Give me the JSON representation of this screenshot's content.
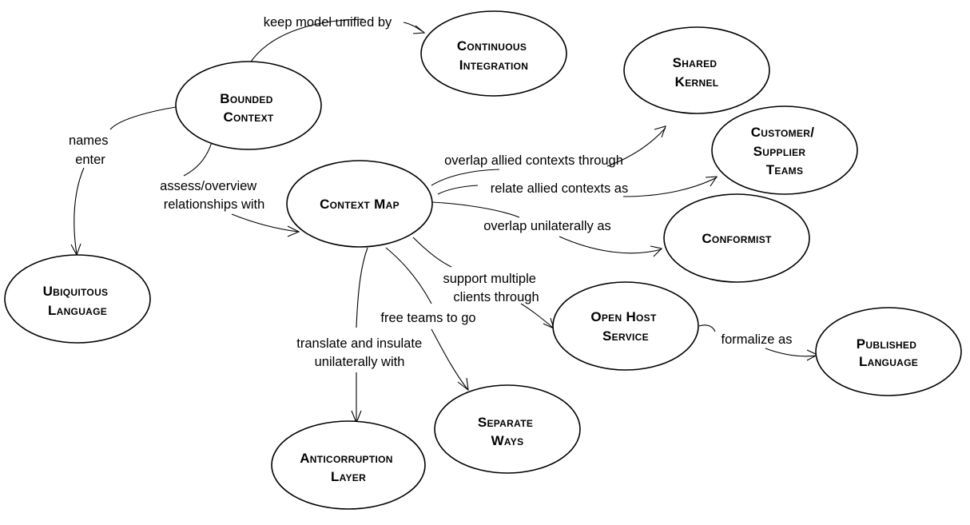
{
  "nodes": {
    "bounded_context": [
      "Bounded",
      "Context"
    ],
    "continuous_integration": [
      "Continuous",
      "Integration"
    ],
    "ubiquitous_language": [
      "Ubiquitous",
      "Language"
    ],
    "context_map": [
      "Context Map"
    ],
    "shared_kernel": [
      "Shared",
      "Kernel"
    ],
    "customer_supplier_teams": [
      "Customer/",
      "Supplier",
      "Teams"
    ],
    "conformist": [
      "Conformist"
    ],
    "open_host_service": [
      "Open Host",
      "Service"
    ],
    "published_language": [
      "Published",
      "Language"
    ],
    "separate_ways": [
      "Separate",
      "Ways"
    ],
    "anticorruption_layer": [
      "Anticorruption",
      "Layer"
    ]
  },
  "edges": {
    "keep_unified": [
      "keep model unified by"
    ],
    "names_enter": [
      "names",
      "enter"
    ],
    "assess_overview": [
      "assess/overview",
      "relationships with"
    ],
    "overlap_allied": [
      "overlap allied contexts through"
    ],
    "relate_allied": [
      "relate allied contexts as"
    ],
    "overlap_unilaterally": [
      "overlap unilaterally as"
    ],
    "support_multiple": [
      "support multiple",
      "clients through"
    ],
    "formalize": [
      "formalize as"
    ],
    "free_teams": [
      "free teams to go"
    ],
    "translate_insulate": [
      "translate and insulate",
      "unilaterally with"
    ]
  }
}
